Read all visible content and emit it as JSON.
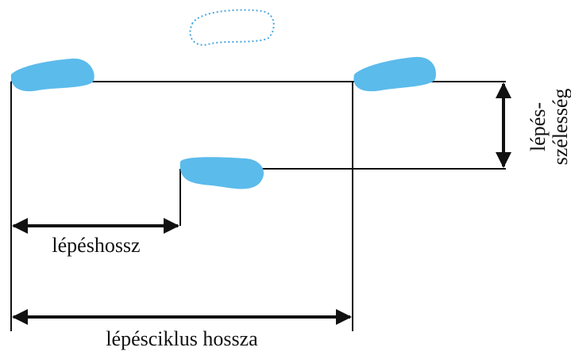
{
  "labels": {
    "step_length": "lépéshossz",
    "stride_length": "lépésciklus hossza",
    "step_width_line1": "lépés-",
    "step_width_line2": "szélesség"
  },
  "colors": {
    "foot_fill": "#5bbbeb",
    "foot_outline_dotted": "#4aa8dd",
    "line": "#111111",
    "background": "#ffffff"
  },
  "elements": {
    "footprints": [
      "left-footprint-start",
      "right-footprint",
      "left-footprint-next",
      "dotted-footprint-outline"
    ],
    "arrows": [
      "step-length-arrow",
      "stride-length-arrow",
      "step-width-arrow"
    ]
  }
}
